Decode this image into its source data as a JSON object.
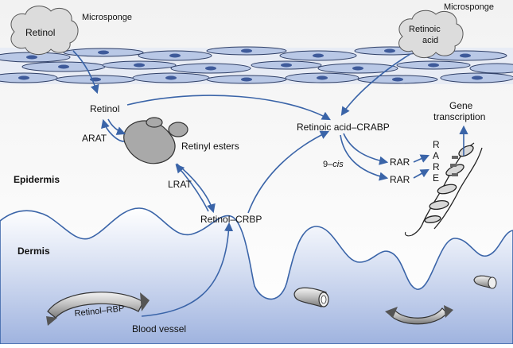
{
  "labels": {
    "microsponge_left": "Microsponge",
    "microsponge_right": "Microsponge",
    "retinol_cloud": "Retinol",
    "retinoic_cloud_line1": "Retinoic",
    "retinoic_cloud_line2": "acid",
    "retinol": "Retinol",
    "arat": "ARAT",
    "retinyl_esters": "Retinyl esters",
    "lrat": "LRAT",
    "retinol_crbp": "Retinol–CRBP",
    "retinoic_crabp": "Retinoic acid–CRABP",
    "nine_prefix": "9–",
    "nine_cis": "cis",
    "rar_upper": "RAR",
    "rar_lower": "RAR",
    "rare_r1": "R",
    "rare_a": "A",
    "rare_r2": "R",
    "rare_e": "E",
    "gene_line1": "Gene",
    "gene_line2": "transcription",
    "epidermis": "Epidermis",
    "dermis": "Dermis",
    "retinol_rbp": "Retinol–RBP",
    "blood_vessel": "Blood vessel"
  },
  "colors": {
    "arrow": "#3a64a8",
    "cell_fill": "#b9c8e6",
    "nucleus": "#3e5a9a",
    "cloud": "#dcdcdc",
    "esters": "#a9a9a9",
    "dermis_top": "#ffffff",
    "dermis_bottom": "#9fb3df"
  }
}
